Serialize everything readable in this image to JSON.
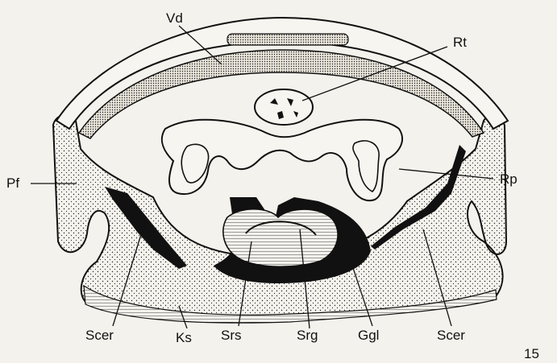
{
  "figure_number": "15",
  "labels": {
    "vd": "Vd",
    "rt": "Rt",
    "pf": "Pf",
    "rp": "Rp",
    "scer_left": "Scer",
    "ks": "Ks",
    "srs": "Srs",
    "srg": "Srg",
    "ggl": "Ggl",
    "scer_right": "Scer"
  },
  "colors": {
    "ink": "#111111",
    "paper": "#f4f2ec"
  }
}
